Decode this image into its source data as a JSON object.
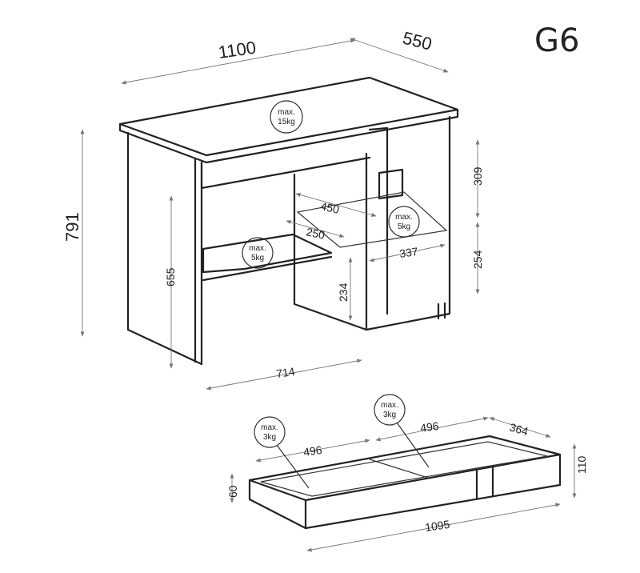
{
  "model_code": "G6",
  "desk": {
    "width": "1100",
    "depth": "550",
    "height": "791",
    "leg_height": "655",
    "knee_width": "714",
    "drawer_depth": "309",
    "cabinet_lower": "254",
    "shelf_inner_width": "337",
    "shelf_depth": "450",
    "keyboard_tray_depth": "250",
    "under_tray_height": "234",
    "load_top": {
      "line1": "max.",
      "line2": "15kg"
    },
    "load_shelf": {
      "line1": "max.",
      "line2": "5kg"
    },
    "load_tray": {
      "line1": "max.",
      "line2": "5kg"
    }
  },
  "bed_drawer": {
    "section_width_left": "496",
    "section_width_right": "496",
    "depth": "364",
    "height_outer": "110",
    "height_inner": "60",
    "length": "1095",
    "load_left": {
      "line1": "max.",
      "line2": "3kg"
    },
    "load_right": {
      "line1": "max.",
      "line2": "3kg"
    }
  }
}
